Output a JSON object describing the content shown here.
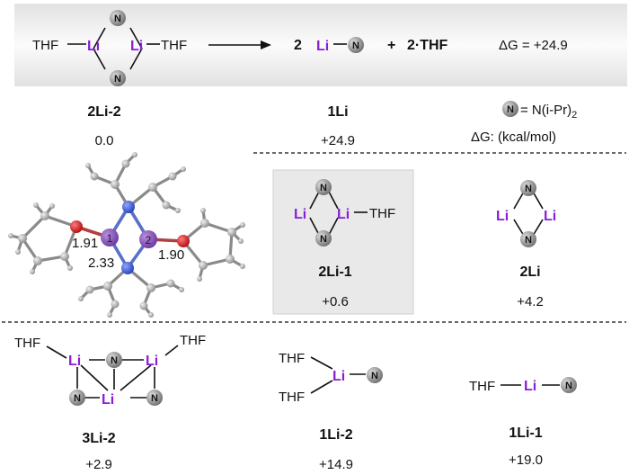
{
  "colors": {
    "lithium": "#8a1ed6",
    "n_atom": "#8c8c8c",
    "oxygen": "#c8171c",
    "nitrogen_3d": "#3a5bd9"
  },
  "reaction": {
    "thf": "THF",
    "li": "Li",
    "n": "N",
    "coef_1li": "2",
    "plus": "+",
    "product_thf": "2·THF",
    "delta_g": "ΔG = +24.9"
  },
  "legend": {
    "n_def": "= N(i-Pr)",
    "n_def_sub": "2",
    "units": "ΔG: (kcal/mol)"
  },
  "structures": {
    "s2li2": {
      "name": "2Li-2",
      "value": "0.0"
    },
    "s1li": {
      "name": "1Li",
      "value": "+24.9"
    },
    "s2li1": {
      "name": "2Li-1",
      "value": "+0.6"
    },
    "s2li": {
      "name": "2Li",
      "value": "+4.2"
    },
    "s3li2": {
      "name": "3Li-2",
      "value": "+2.9"
    },
    "s1li2": {
      "name": "1Li-2",
      "value": "+14.9"
    },
    "s1li1": {
      "name": "1Li-1",
      "value": "+19.0"
    }
  },
  "model_3d": {
    "d1": "1.91",
    "d2": "2.33",
    "d3": "1.90",
    "atom1": "1",
    "atom2": "2"
  }
}
